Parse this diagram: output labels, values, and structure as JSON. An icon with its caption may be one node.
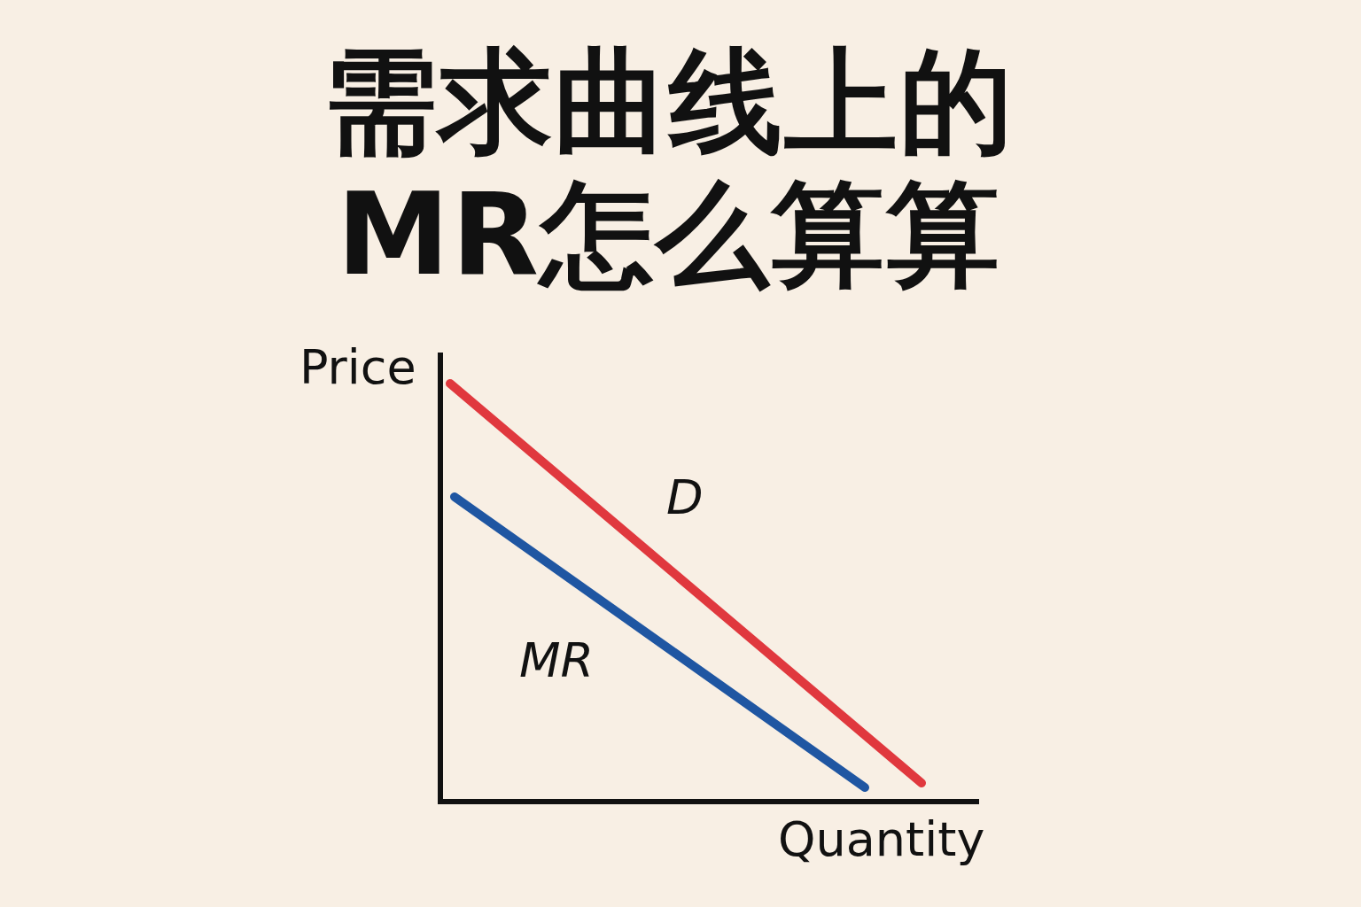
{
  "diagram": {
    "title": "需求曲线上的MR怎么算算",
    "labels": [
      "Price",
      "D",
      "MR",
      "Quantity"
    ]
  }
}
